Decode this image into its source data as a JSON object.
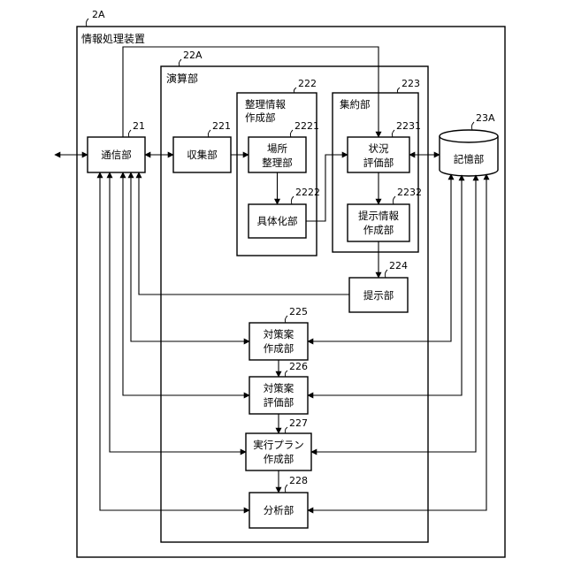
{
  "labels": {
    "device_ref": "2A",
    "device_title": "情報処理装置",
    "calc_ref": "22A",
    "calc_title": "演算部",
    "comm": "通信部",
    "comm_ref": "21",
    "collect": "収集部",
    "collect_ref": "221",
    "organize_title": [
      "整理情報",
      "作成部"
    ],
    "organize_ref": "222",
    "place": [
      "場所",
      "整理部"
    ],
    "place_ref": "2221",
    "concrete": "具体化部",
    "concrete_ref": "2222",
    "aggregate_title": "集約部",
    "aggregate_ref": "223",
    "status": [
      "状況",
      "評価部"
    ],
    "status_ref": "2231",
    "present_info": [
      "提示情報",
      "作成部"
    ],
    "present_info_ref": "2232",
    "storage": "記憶部",
    "storage_ref": "23A",
    "present": "提示部",
    "present_ref": "224",
    "plan_create": [
      "対策案",
      "作成部"
    ],
    "plan_create_ref": "225",
    "plan_eval": [
      "対策案",
      "評価部"
    ],
    "plan_eval_ref": "226",
    "exec_plan": [
      "実行プラン",
      "作成部"
    ],
    "exec_plan_ref": "227",
    "analysis": "分析部",
    "analysis_ref": "228"
  }
}
